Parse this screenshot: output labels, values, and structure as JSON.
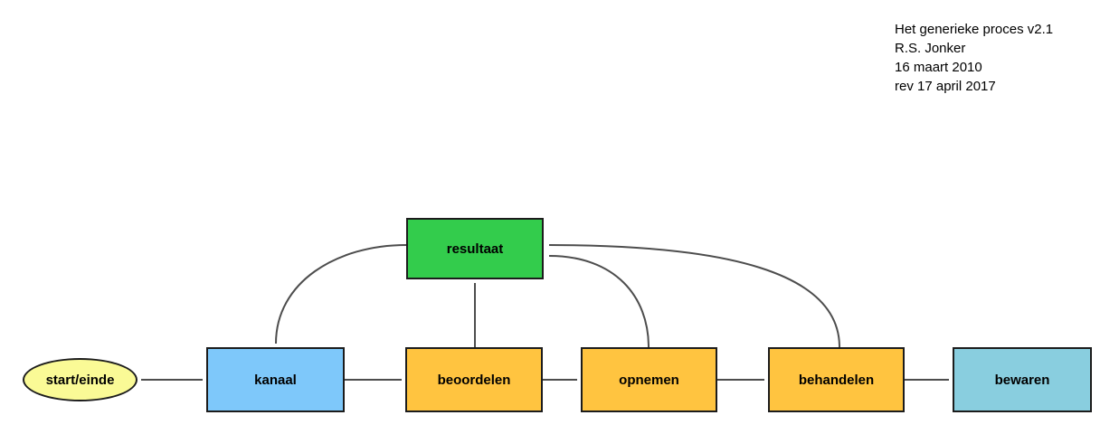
{
  "meta": {
    "title_lines": {
      "line1": "Het generieke proces v2.1",
      "line2": "R.S. Jonker",
      "line3": "16 maart 2010",
      "line4": "rev 17 april 2017"
    }
  },
  "nodes": {
    "start": {
      "label": "start/einde",
      "shape": "ellipse",
      "color": "#FAFA96"
    },
    "kanaal": {
      "label": "kanaal",
      "shape": "rect",
      "color": "#7EC8FA"
    },
    "beoordelen": {
      "label": "beoordelen",
      "shape": "rect",
      "color": "#FFC440"
    },
    "opnemen": {
      "label": "opnemen",
      "shape": "rect",
      "color": "#FFC440"
    },
    "behandelen": {
      "label": "behandelen",
      "shape": "rect",
      "color": "#FFC440"
    },
    "bewaren": {
      "label": "bewaren",
      "shape": "rect",
      "color": "#89CEDF"
    },
    "resultaat": {
      "label": "resultaat",
      "shape": "rect",
      "color": "#33CC4C"
    }
  },
  "edges": [
    {
      "from": "start",
      "to": "kanaal",
      "bidirectional": true
    },
    {
      "from": "kanaal",
      "to": "beoordelen",
      "bidirectional": false
    },
    {
      "from": "beoordelen",
      "to": "opnemen",
      "bidirectional": false
    },
    {
      "from": "opnemen",
      "to": "behandelen",
      "bidirectional": false
    },
    {
      "from": "behandelen",
      "to": "bewaren",
      "bidirectional": false
    },
    {
      "from": "beoordelen",
      "to": "resultaat",
      "bidirectional": false
    },
    {
      "from": "opnemen",
      "to": "resultaat",
      "bidirectional": false
    },
    {
      "from": "behandelen",
      "to": "resultaat",
      "bidirectional": false
    },
    {
      "from": "resultaat",
      "to": "kanaal",
      "bidirectional": false
    }
  ],
  "colors": {
    "connector": "#4d4d4d",
    "node_border": "#1c1c1c",
    "background": "#ffffff",
    "text": "#000000"
  }
}
